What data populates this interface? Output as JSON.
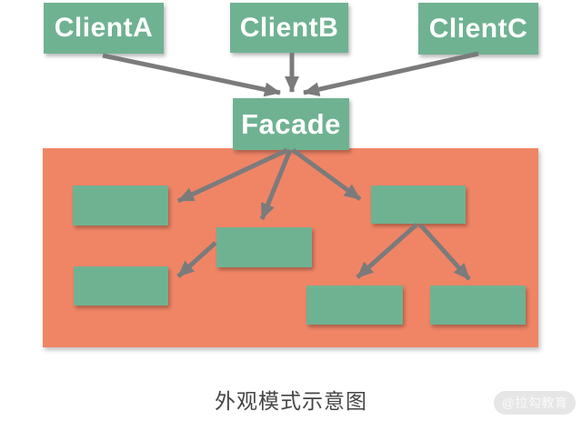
{
  "diagram": {
    "clients": [
      {
        "id": "clientA",
        "label": "ClientA"
      },
      {
        "id": "clientB",
        "label": "ClientB"
      },
      {
        "id": "clientC",
        "label": "ClientC"
      }
    ],
    "facade": {
      "id": "facade",
      "label": "Facade"
    },
    "subsystem": {
      "box_count": 6,
      "boxes": [
        "subsystem-1",
        "subsystem-2",
        "subsystem-3",
        "subsystem-4",
        "subsystem-5",
        "subsystem-6"
      ]
    },
    "edges": [
      {
        "from": "ClientA",
        "to": "Facade"
      },
      {
        "from": "ClientB",
        "to": "Facade"
      },
      {
        "from": "ClientC",
        "to": "Facade"
      },
      {
        "from": "Facade",
        "to": "subsystem-1"
      },
      {
        "from": "Facade",
        "to": "subsystem-2"
      },
      {
        "from": "Facade",
        "to": "subsystem-3"
      },
      {
        "from": "subsystem-2",
        "to": "subsystem-4"
      },
      {
        "from": "subsystem-3",
        "to": "subsystem-5"
      },
      {
        "from": "subsystem-3",
        "to": "subsystem-6"
      }
    ],
    "colors": {
      "node_green": "#6fb292",
      "subsystem_orange": "#f08566",
      "arrow_gray": "#7b7b7b",
      "node_text": "#ffffff"
    }
  },
  "caption": "外观模式示意图",
  "watermark": "@拉勾教育"
}
